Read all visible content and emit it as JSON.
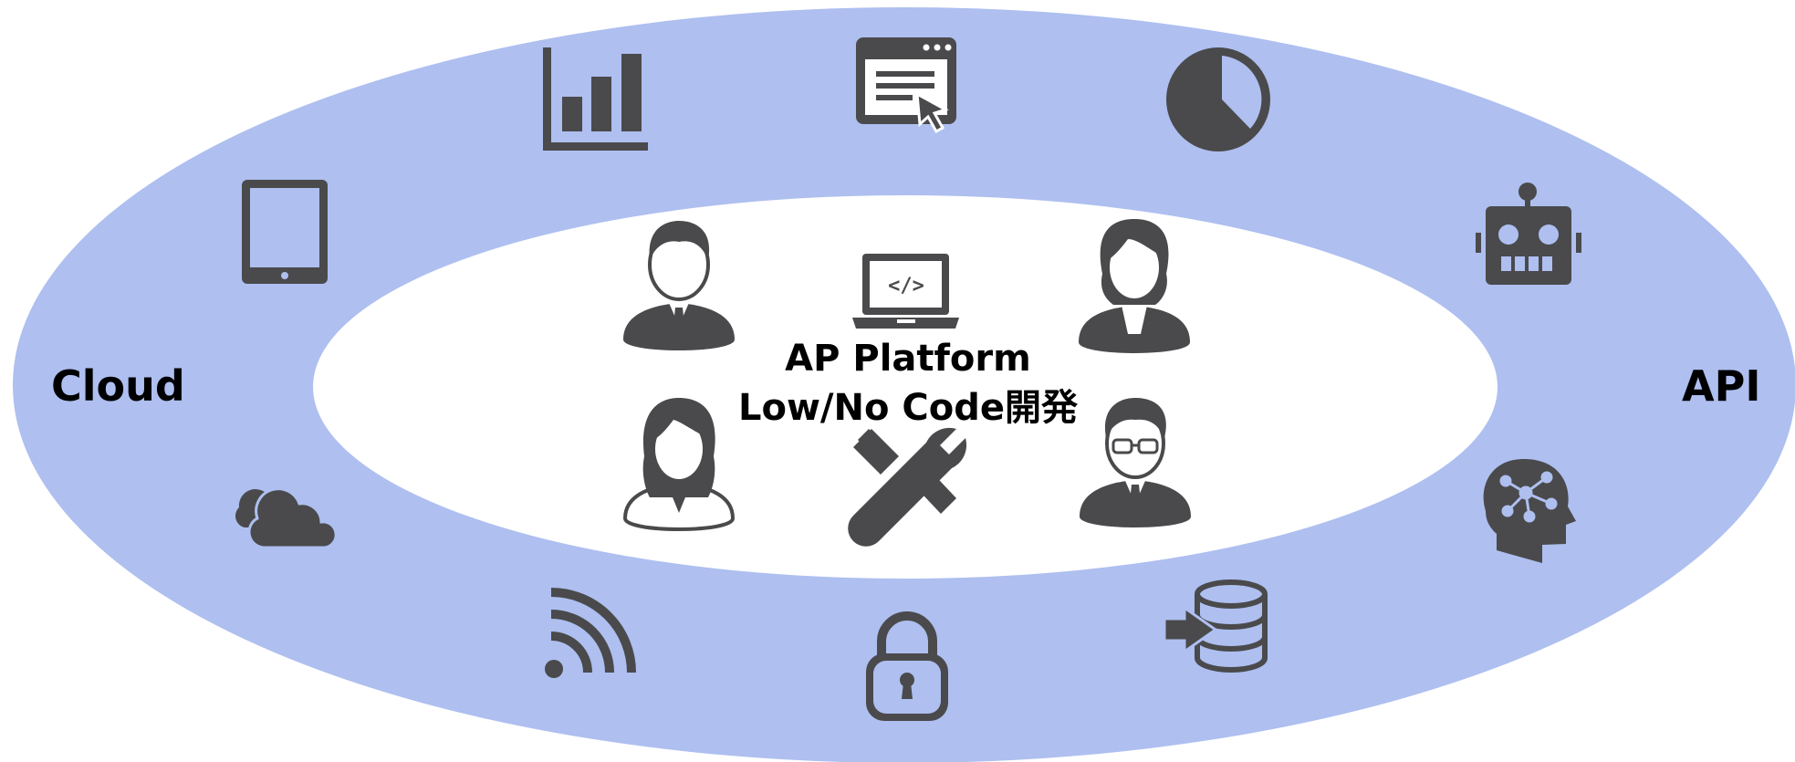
{
  "diagram": {
    "outer_ring_label_left": "Cloud",
    "outer_ring_label_right": "API",
    "center_title_line1": "AP Platform",
    "center_title_line2": "Low/No Code開発"
  },
  "colors": {
    "outer_ring": "#aebff0",
    "inner_ellipse": "#ffffff",
    "icon": "#4a4a4c",
    "text": "#000000"
  },
  "icons": {
    "outer": [
      "bar-chart-icon",
      "web-page-cursor-icon",
      "pie-chart-icon",
      "robot-icon",
      "ai-brain-icon",
      "database-import-icon",
      "padlock-icon",
      "rss-feed-icon",
      "cloud-icon",
      "tablet-icon"
    ],
    "inner": [
      "businessman-icon",
      "laptop-code-icon",
      "businesswoman-short-hair-icon",
      "businesswoman-long-hair-icon",
      "tools-icon",
      "businessman-glasses-icon"
    ]
  }
}
